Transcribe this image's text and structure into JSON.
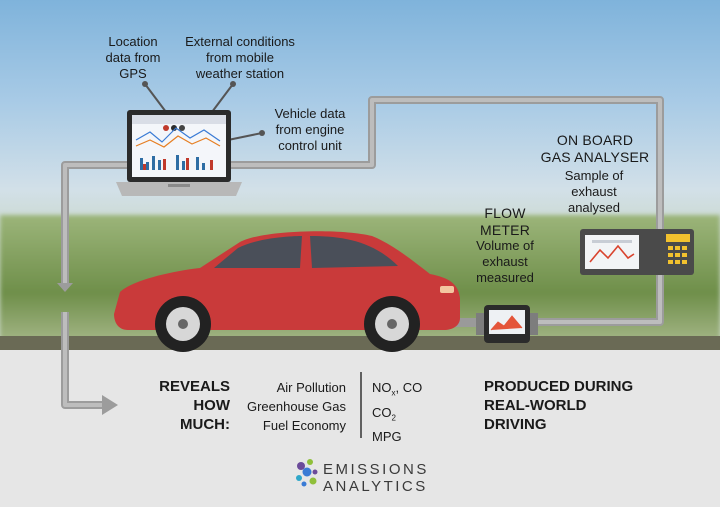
{
  "labels": {
    "gps": [
      "Location",
      "data from",
      "GPS"
    ],
    "weather": [
      "External conditions",
      "from mobile",
      "weather station"
    ],
    "ecu": [
      "Vehicle data",
      "from engine",
      "control unit"
    ],
    "analyser_heading": [
      "ON BOARD",
      "GAS ANALYSER"
    ],
    "analyser_caption": [
      "Sample of",
      "exhaust",
      "analysed"
    ],
    "flow_heading": [
      "FLOW",
      "METER"
    ],
    "flow_caption": [
      "Volume of",
      "exhaust",
      "measured"
    ]
  },
  "results": {
    "intro": [
      "REVEALS",
      "HOW",
      "MUCH:"
    ],
    "measures": [
      "Air Pollution",
      "Greenhouse Gas",
      "Fuel Economy"
    ],
    "pollutants": [
      {
        "base": "NO",
        "sub": "x",
        "rest": ", CO"
      },
      {
        "base": "CO",
        "sub": "2"
      },
      {
        "base": "MPG"
      }
    ],
    "outro": [
      "PRODUCED DURING",
      "REAL-WORLD",
      "DRIVING"
    ]
  },
  "brand": {
    "line1": "EMISSIONS",
    "line2": "ANALYTICS"
  },
  "colors": {
    "car": "#c93a3a",
    "pipe": "#9c9c9c",
    "accent_yellow": "#f2c12e"
  }
}
